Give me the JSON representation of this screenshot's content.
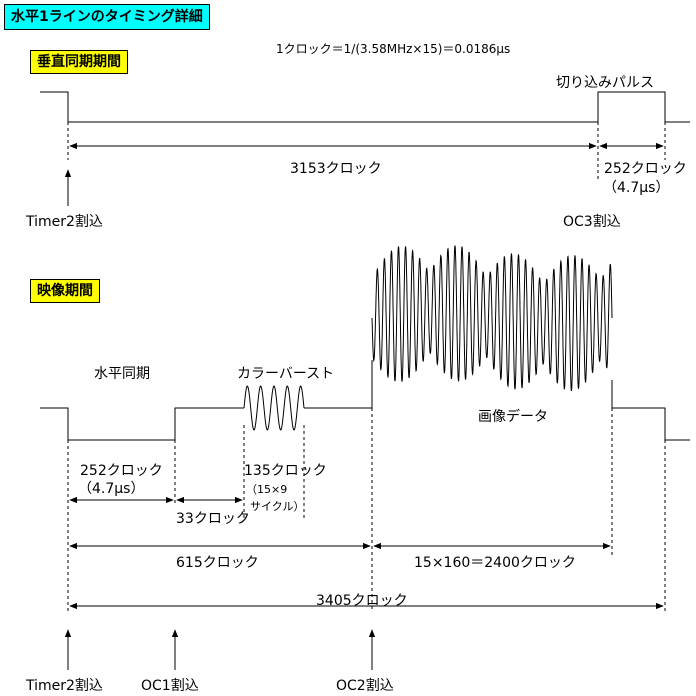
{
  "title": "水平1ラインのタイミング詳細",
  "formula": "1クロック＝1/(3.58MHz×15)＝0.0186μs",
  "sections": {
    "vsync": "垂直同期期間",
    "video": "映像期間"
  },
  "vsync_labels": {
    "cut_pulse": "切り込みパルス",
    "clocks_3153": "3153クロック",
    "clocks_252": "252クロック",
    "us_47": "（4.7μs）",
    "timer2": "Timer2割込",
    "oc3": "OC3割込"
  },
  "video_labels": {
    "hsync": "水平同期",
    "color_burst": "カラーバースト",
    "image_data": "画像データ",
    "clocks_252": "252クロック",
    "us_47": "（4.7μs）",
    "clocks_135": "135クロック",
    "cycles_1": "（15×9",
    "cycles_2": "サイクル）",
    "clocks_33": "33クロック",
    "clocks_615": "615クロック",
    "clocks_2400": "15×160＝2400クロック",
    "clocks_3405": "3405クロック",
    "timer2": "Timer2割込",
    "oc1": "OC1割込",
    "oc2": "OC2割込"
  }
}
